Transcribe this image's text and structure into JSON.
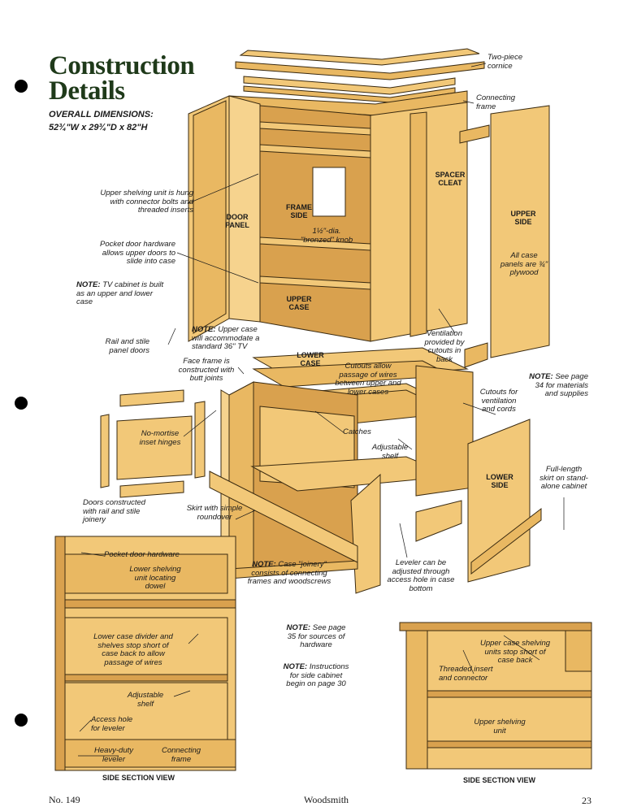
{
  "title": {
    "line1": "Construction",
    "line2": "Details"
  },
  "dimensions": {
    "label": "OVERALL DIMENSIONS:",
    "value": "52¾\"W x 29¾\"D x 82\"H"
  },
  "labels": {
    "two_piece_cornice": "Two-piece cornice",
    "connecting_frame": "Connecting frame",
    "upper_shelving_hung": "Upper shelving unit is hung with connector bolts and threaded inserts",
    "door_panel": "DOOR PANEL",
    "frame_side": "FRAME SIDE",
    "spacer_cleat": "SPACER CLEAT",
    "upper_side": "UPPER SIDE",
    "knob": "1½\"-dia. \"bronzed\" knob",
    "pocket_door_hardware_note": "Pocket door hardware allows upper doors to slide into case",
    "all_case_panels": "All case panels are ¾\" plywood",
    "tv_cabinet_note_label": "NOTE:",
    "tv_cabinet_note": "TV cabinet is built as an upper and lower case",
    "upper_case": "UPPER CASE",
    "upper_case_note_label": "NOTE:",
    "upper_case_note": "Upper case will accommodate a standard 36\" TV",
    "rail_stile_doors": "Rail and stile panel doors",
    "ventilation": "Ventilation provided by cutouts in back",
    "face_frame": "Face frame is constructed with butt joints",
    "lower_case": "LOWER CASE",
    "cutouts_wires": "Cutouts allow passage of wires between upper and lower cases",
    "see_page_34_label": "NOTE:",
    "see_page_34": "See page 34 for materials and supplies",
    "cutouts_ventilation": "Cutouts for ventilation and cords",
    "no_mortise": "No-mortise inset hinges",
    "catches": "Catches",
    "adjustable_shelf": "Adjustable shelf",
    "lower_side": "LOWER SIDE",
    "full_length_skirt": "Full-length skirt on stand-alone cabinet",
    "doors_constructed": "Doors constructed with rail and stile joinery",
    "skirt_roundover": "Skirt with simple roundover",
    "pocket_door_hardware": "Pocket door hardware",
    "lower_shelving_dowel": "Lower shelving unit locating dowel",
    "case_joinery_label": "NOTE:",
    "case_joinery": "Case \"joinery\" consists of connecting frames and woodscrews",
    "leveler_access": "Leveler can be adjusted through access hole in case bottom",
    "lower_case_divider": "Lower case divider and shelves stop short of case back to allow passage of wires",
    "adjustable_shelf_2": "Adjustable shelf",
    "access_hole": "Access hole for leveler",
    "heavy_duty_leveler": "Heavy-duty leveler",
    "connecting_frame_2": "Connecting frame",
    "see_page_35_label": "NOTE:",
    "see_page_35": "See page 35 for sources of hardware",
    "side_cabinet_label": "NOTE:",
    "side_cabinet": "Instructions for side cabinet begin on page 30",
    "upper_shelving_stop": "Upper case shelving units stop short of case back",
    "threaded_insert": "Threaded insert and connector",
    "upper_shelving_unit": "Upper shelving unit"
  },
  "captions": {
    "left": "SIDE SECTION VIEW",
    "right": "SIDE SECTION VIEW"
  },
  "footer": {
    "issue": "No. 149",
    "magazine": "Woodsmith",
    "page": "23"
  },
  "colors": {
    "wood": "#f2c878",
    "wood_dark": "#d9a14e",
    "line": "#3a2a10",
    "title": "#1f3a1a"
  }
}
